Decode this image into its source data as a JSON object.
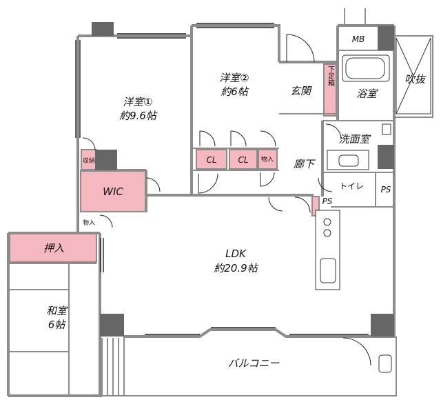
{
  "rooms": {
    "western1_name": "洋室①",
    "western1_size": "約9.6帖",
    "western2_name": "洋室②",
    "western2_size": "約6帖",
    "entrance": "玄関",
    "shoe_box": "下足箱",
    "bath": "浴室",
    "void": "吹抜",
    "meter_box": "MB",
    "washroom": "洗面室",
    "hallway": "廊下",
    "toilet": "トイレ",
    "pipe_space_1": "PS",
    "pipe_space_2": "PS",
    "closet_1": "CL",
    "closet_2": "CL",
    "storage_small_1": "物入",
    "storage_small_2": "物入",
    "storage_side": "収納",
    "wic": "WIC",
    "oshiire": "押入",
    "ldk_name": "LDK",
    "ldk_size": "約20.9帖",
    "washitsu_name": "和室",
    "washitsu_size": "6帖",
    "balcony": "バルコニー"
  },
  "colors": {
    "storage_fill": "#f6b8c0",
    "wall": "#8c8c8c",
    "pillar": "#666666"
  }
}
